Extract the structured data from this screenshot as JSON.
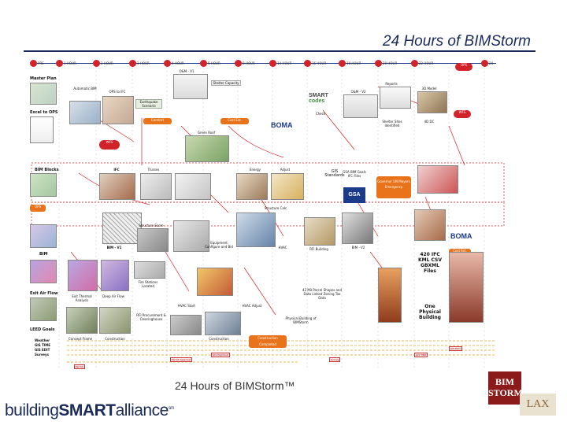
{
  "slide": {
    "title": "24 Hours of BIMStorm",
    "footer_caption": "24 Hours of  BIMStorm™"
  },
  "hours": [
    "PRE",
    "1 HOUR",
    "2 HOUR",
    "3 HOUR",
    "4 HOUR",
    "5 HOUR",
    "8 HOUR",
    "14 HOUR",
    "16 HOUR",
    "18 HOUR",
    "20 HOUR",
    "22 HOUR",
    "24"
  ],
  "lanes": {
    "master_plan": "Master Plan",
    "excel_to_ops": "Excel to OPS",
    "bim_blocks": "BIM Blocks",
    "ops": "OPS",
    "bim": "BIM",
    "exit_air_flow": "Exit Air Flow",
    "leed_goals": "LEED Goals"
  },
  "labels": {
    "automatic_bim": "Automatic BIM",
    "ops_to_ifc": "OPS to IFC",
    "earthquake_scenario": "Earthquake Scenario",
    "om_v1": "O&M - V1",
    "sheltered_capacity": "Shelter Capacity",
    "comfort": "Comfort",
    "cost_est": "Cost Est.",
    "green_roof": "Green Roof",
    "wfs": "WFS",
    "ifc": "IFC",
    "trusses": "Trusses",
    "energy": "Energy",
    "adjust": "Adjust",
    "gis_standards": "GIS Standards",
    "gsa_bim_goals": "GSA BIM Goals IFC Files",
    "om_v2": "O&M - V2",
    "reports": "Reports",
    "three_d_model": "3D Model",
    "check": "Check",
    "shelter_sites": "Shelter Sites Identified",
    "four_d_dc": "4D DC",
    "governor": "Governor UN Mayors Emergency",
    "structure_calc": "Structure Calc",
    "bim_v1": "BIM - V1",
    "structure_score": "Structure Score",
    "equipment_configure": "Equipment Configure and Bid",
    "fire_stations": "Fire Stations Located",
    "hvac": "HVAC",
    "rfi_bldg": "RFI Building",
    "bim_v2": "BIM - V2",
    "ifc_kml": "420 IFC KML CSV GBXML Files",
    "exit_thermal": "Exit Thermal Analysis",
    "deep_air_flow": "Deep Air Flow",
    "hvac_start": "HVAC Start",
    "hvac_adjust": "HVAC Adjust",
    "parcel_shapes": "42 Mil Parcel Shapes and Data Linked Zoning Tax Data",
    "energy2": "Energy",
    "one_physical": "One Physical Building",
    "rfi_procurement": "RFI Procurement & Clearinghouse",
    "concept_frame": "Concept Frame",
    "construction": "Construction",
    "construction2": "Construction",
    "physical_building": "Physical Building of BIMStorm",
    "construction_completed": "Construction Completed",
    "cost_est_2": "Cost Est."
  },
  "left_bars": [
    "Weather",
    "GIS TIME",
    "GIS EDIT",
    "Surveys"
  ],
  "bottom_tags": [
    "Permit",
    "Permit Approval",
    "GIS High/Sub",
    "Survey",
    "GIS EDIT",
    "GIS TIME"
  ],
  "brands": {
    "boma": "BOMA",
    "smart_codes_top": "SMART",
    "smart_codes_bottom": "codes",
    "gsa": "GSA",
    "bim_storm_logo": "BIM STORM",
    "lax": "LAX",
    "bsa_prefix": "building",
    "bsa_bold": "SMART",
    "bsa_suffix": "alliance",
    "bsa_sm": "sm"
  },
  "colors": {
    "title_navy": "#1a2a5a",
    "accent_red": "#d2232a",
    "orange_node": "#e8731a",
    "timeline_dash": "#e0a020",
    "gsa_blue": "#1b3a8a"
  }
}
